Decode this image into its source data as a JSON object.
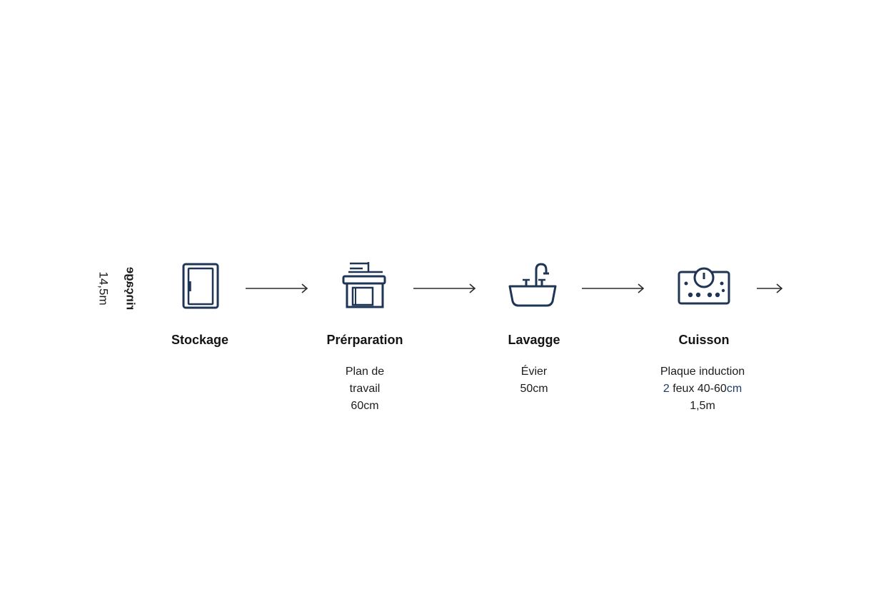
{
  "side": {
    "dimension": "14,5m",
    "word": "rinçage"
  },
  "stations": [
    {
      "id": "stockage",
      "title": "Stockage",
      "icon": "refrigerator-icon",
      "lines": []
    },
    {
      "id": "preparation",
      "title": "Prérparation",
      "icon": "worktop-icon",
      "lines": [
        "Plan de",
        "travail",
        "60cm"
      ]
    },
    {
      "id": "lavage",
      "title": "Lavagge",
      "icon": "sink-icon",
      "lines": [
        "Évier",
        "50cm"
      ]
    },
    {
      "id": "cuisson",
      "title": "Cuisson",
      "icon": "induction-hob-icon",
      "lines": [
        "Plaque induction",
        "2 feux 40-60cm",
        "1,5m"
      ],
      "highlight_parts": {
        "start": "2",
        "middle": " feux 40-60",
        "end": "cm"
      }
    }
  ],
  "colors": {
    "icon_stroke": "#1f3556",
    "arrow": "#2a2a2a",
    "accent": "#1f3a6b"
  }
}
